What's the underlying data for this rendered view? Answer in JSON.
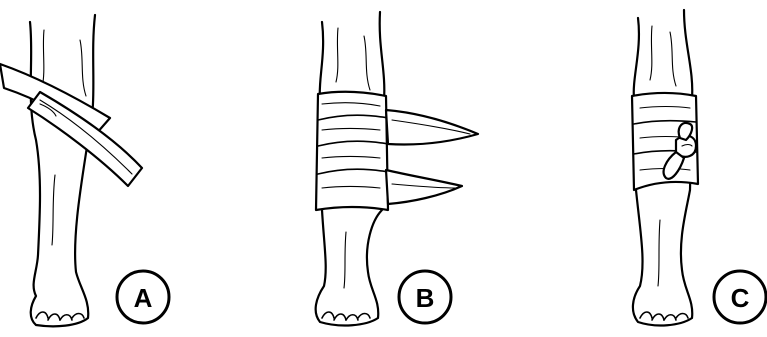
{
  "figure": {
    "panels": [
      {
        "id": "A",
        "label": "A"
      },
      {
        "id": "B",
        "label": "B"
      },
      {
        "id": "C",
        "label": "C"
      }
    ],
    "colors": {
      "ink": "#000000",
      "paper": "#ffffff"
    }
  }
}
